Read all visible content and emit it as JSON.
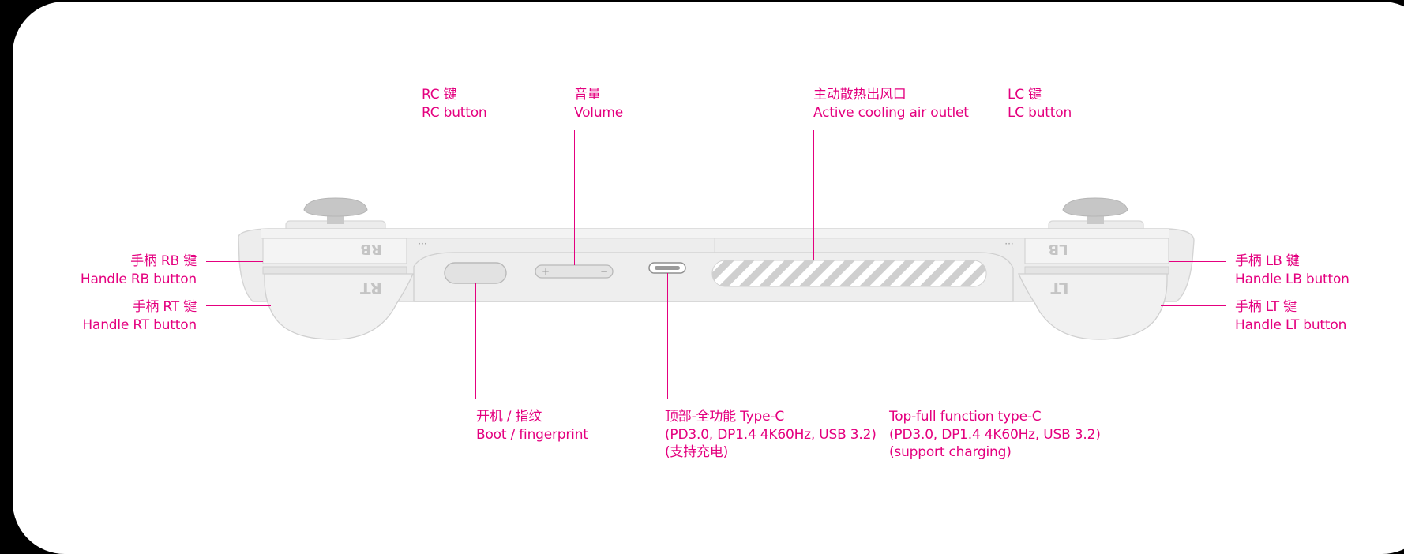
{
  "diagram": {
    "device_markings": {
      "rb": "RB",
      "rt": "RT",
      "lb": "LB",
      "lt": "LT",
      "plus": "+",
      "minus": "−"
    },
    "labels": {
      "rc": {
        "zh": "RC 键",
        "en": "RC button"
      },
      "volume": {
        "zh": "音量",
        "en": "Volume"
      },
      "cooling": {
        "zh": "主动散热出风口",
        "en": "Active cooling air outlet"
      },
      "lc": {
        "zh": "LC 键",
        "en": "LC button"
      },
      "rb": {
        "zh": "手柄 RB 键",
        "en": "Handle RB button"
      },
      "rt": {
        "zh": "手柄 RT 键",
        "en": "Handle RT button"
      },
      "lb": {
        "zh": "手柄 LB 键",
        "en": "Handle LB button"
      },
      "lt": {
        "zh": "手柄 LT 键",
        "en": "Handle LT button"
      },
      "power": {
        "zh": "开机 / 指纹",
        "en": "Boot / fingerprint"
      },
      "typec_zh": {
        "line1": "顶部-全功能 Type-C",
        "line2": "(PD3.0, DP1.4 4K60Hz, USB 3.2)",
        "line3": "(支持充电)"
      },
      "typec_en": {
        "line1": "Top-full function type-C",
        "line2": "(PD3.0, DP1.4 4K60Hz, USB 3.2)",
        "line3": "(support charging)"
      }
    },
    "colors": {
      "accent": "#e4007f",
      "device_body": "#ededed",
      "device_outline": "#d4d4d4",
      "frame": "#000000",
      "card": "#ffffff"
    }
  }
}
